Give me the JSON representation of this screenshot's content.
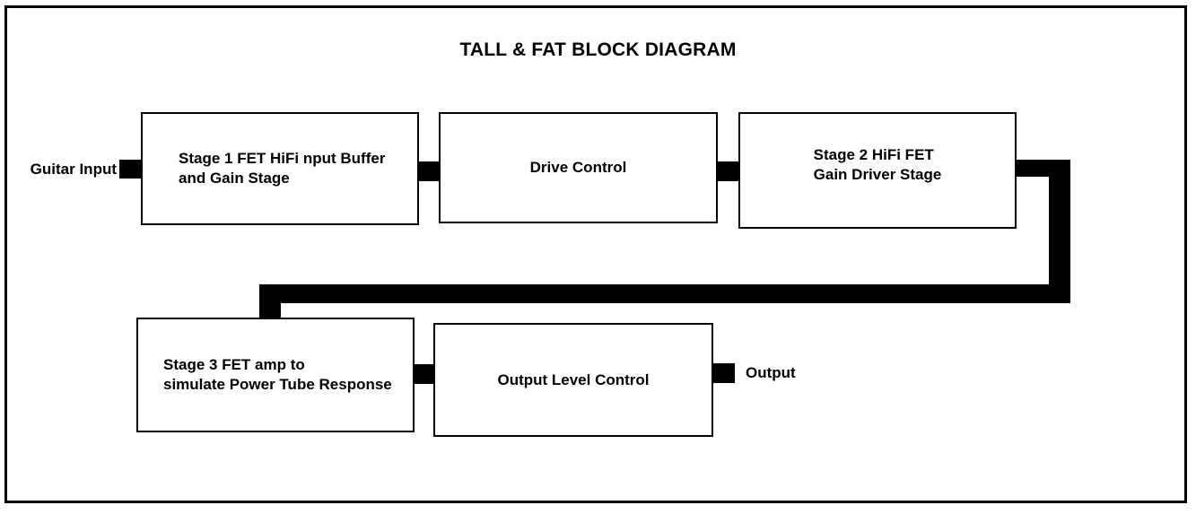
{
  "diagram": {
    "title": "TALL & FAT BLOCK DIAGRAM",
    "input_label": "Guitar Input",
    "output_label": "Output",
    "boxes": {
      "stage1": {
        "line1": "Stage 1 FET HiFi nput Buffer",
        "line2": "and Gain Stage"
      },
      "drive": {
        "line1": "Drive Control"
      },
      "stage2": {
        "line1": "Stage 2 HiFi FET",
        "line2": "Gain Driver Stage"
      },
      "stage3": {
        "line1": "Stage 3 FET amp to",
        "line2": "simulate Power Tube Response"
      },
      "output_level": {
        "line1": "Output Level Control"
      }
    },
    "colors": {
      "line": "#000000",
      "background": "#ffffff",
      "text": "#000000"
    }
  }
}
